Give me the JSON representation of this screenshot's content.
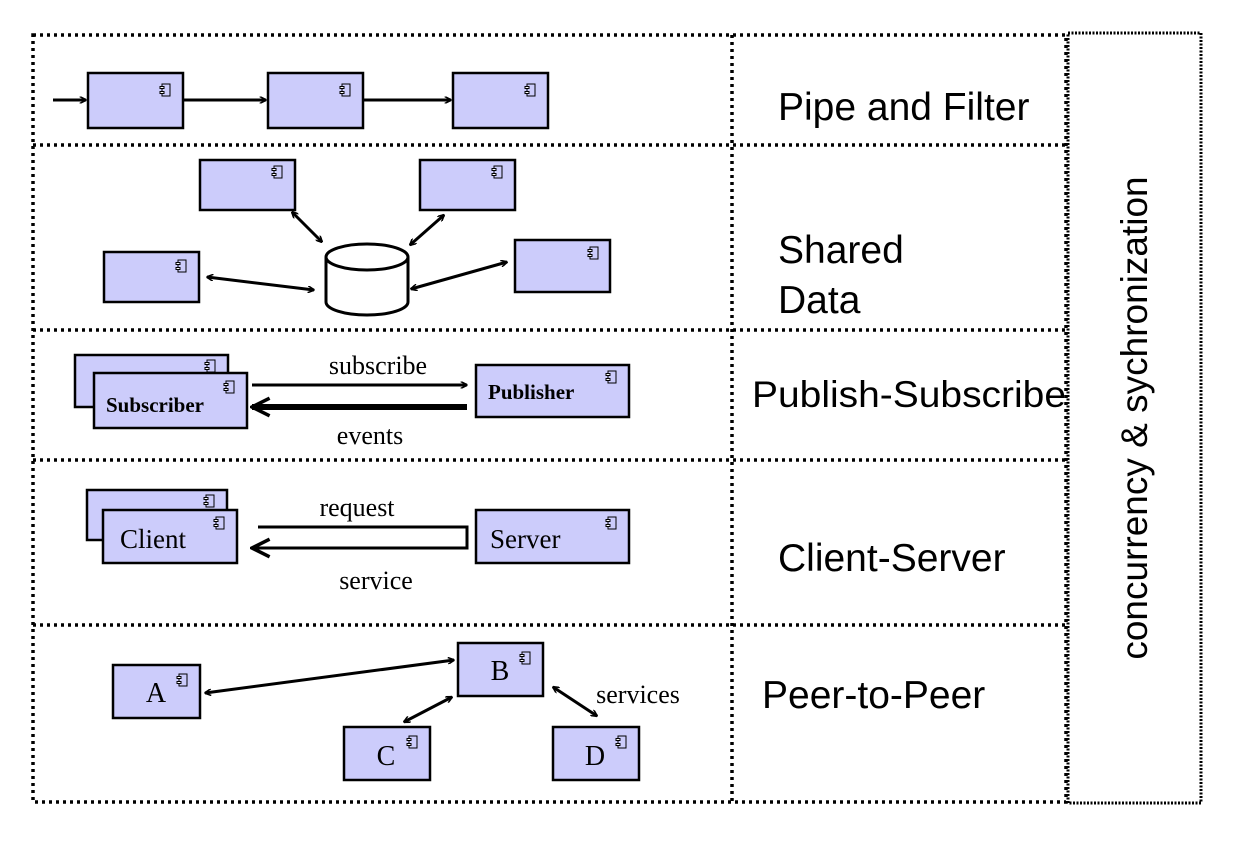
{
  "colors": {
    "component_fill": "#ccccfb",
    "stroke": "#000000",
    "background": "#ffffff"
  },
  "rows": {
    "pipe_filter": {
      "label": "Pipe and Filter"
    },
    "shared_data": {
      "label_line1": "Shared",
      "label_line2": "Data"
    },
    "publish_subscribe": {
      "label": "Publish-Subscribe",
      "subscriber": "Subscriber",
      "publisher": "Publisher",
      "subscribe": "subscribe",
      "events": "events"
    },
    "client_server": {
      "label": "Client-Server",
      "client": "Client",
      "server": "Server",
      "request": "request",
      "service": "service"
    },
    "peer_to_peer": {
      "label": "Peer-to-Peer",
      "peer_a": "A",
      "peer_b": "B",
      "peer_c": "C",
      "peer_d": "D",
      "services": "services"
    }
  },
  "side_label": "concurrency & sychronization",
  "component_icon": "uml-component-icon"
}
